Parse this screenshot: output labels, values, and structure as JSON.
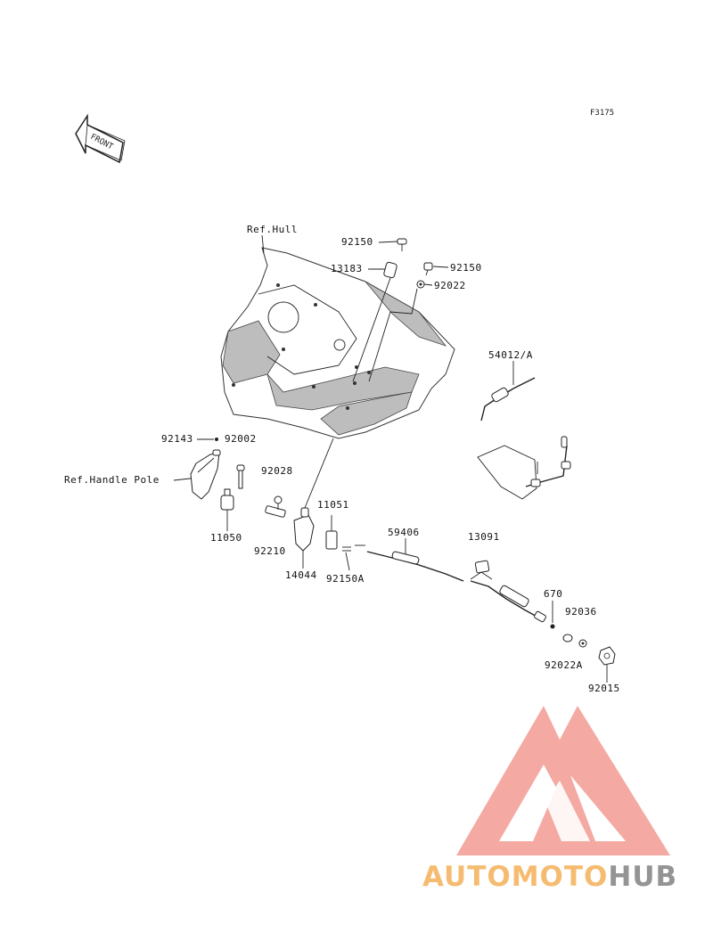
{
  "diagram": {
    "code": "F3175",
    "front_arrow_text": "FRONT",
    "ref_labels": [
      {
        "id": "ref-hull",
        "text": "Ref.Hull"
      },
      {
        "id": "ref-handle-pole",
        "text": "Ref.Handle Pole"
      }
    ],
    "parts": [
      {
        "id": "p92150a",
        "text": "92150"
      },
      {
        "id": "p13183",
        "text": "13183"
      },
      {
        "id": "p92150b",
        "text": "92150"
      },
      {
        "id": "p92022",
        "text": "92022"
      },
      {
        "id": "p54012",
        "text": "54012/A"
      },
      {
        "id": "p92143",
        "text": "92143"
      },
      {
        "id": "p92002",
        "text": "92002"
      },
      {
        "id": "p92028",
        "text": "92028"
      },
      {
        "id": "p11050",
        "text": "11050"
      },
      {
        "id": "p92210",
        "text": "92210"
      },
      {
        "id": "p14044",
        "text": "14044"
      },
      {
        "id": "p11051",
        "text": "11051"
      },
      {
        "id": "p92150A",
        "text": "92150A"
      },
      {
        "id": "p59406",
        "text": "59406"
      },
      {
        "id": "p13091",
        "text": "13091"
      },
      {
        "id": "p670",
        "text": "670"
      },
      {
        "id": "p92036",
        "text": "92036"
      },
      {
        "id": "p92022A",
        "text": "92022A"
      },
      {
        "id": "p92015",
        "text": "92015"
      }
    ]
  },
  "watermark": {
    "text_part1": "AUTOMOTO",
    "text_part2": "HUB",
    "colors": {
      "triangle": "#f4a39c",
      "text_orange": "#f5b766",
      "text_red": "#ef9e94",
      "text_gray": "#8c8c8c"
    }
  }
}
